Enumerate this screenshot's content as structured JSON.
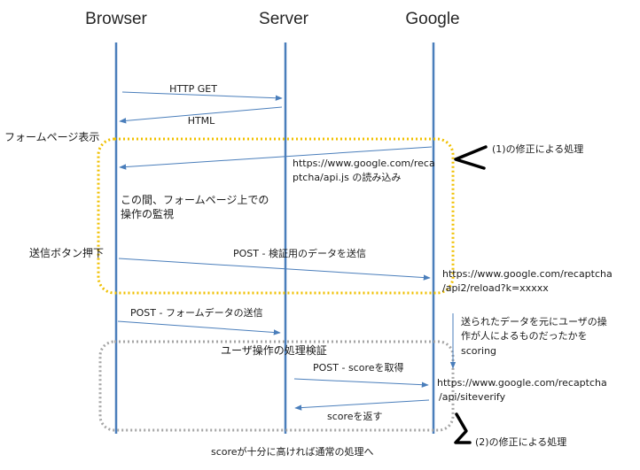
{
  "actors": {
    "browser": "Browser",
    "server": "Server",
    "google": "Google"
  },
  "messages": {
    "http_get": "HTTP GET",
    "html": "HTML",
    "recaptcha_url_line1": "https://www.google.com/reca",
    "recaptcha_url_line2": "ptcha/api.js の読み込み",
    "post_verify_data": "POST - 検証用のデータを送信",
    "reload_url_line1": "https://www.google.com/recaptcha",
    "reload_url_line2": "/api2/reload?k=xxxxx",
    "post_form": "POST - フォームデータの送信",
    "post_get_score": "POST - scoreを取得",
    "siteverify_url_line1": "https://www.google.com/recaptcha",
    "siteverify_url_line2": "/api/siteverify",
    "return_score": "scoreを返す"
  },
  "notes": {
    "form_display": "フォームページ表示",
    "monitor_line1": "この間、フォームページ上での",
    "monitor_line2": "操作の監視",
    "submit_press": "送信ボタン押下",
    "scoring_line1": "送られたデータを元にユーザの操",
    "scoring_line2": "作が人によるものだったかを",
    "scoring_line3": "scoring",
    "user_verify": "ユーザ操作の処理検証",
    "footer": "scoreが十分に高ければ通常の処理へ"
  },
  "callouts": {
    "fix1": "(1)の修正による処理",
    "fix2": "(2)の修正による処理"
  },
  "colors": {
    "lifeline": "#4a7ebb",
    "box_yellow": "#f0c000",
    "box_gray": "#a6a6a6"
  }
}
